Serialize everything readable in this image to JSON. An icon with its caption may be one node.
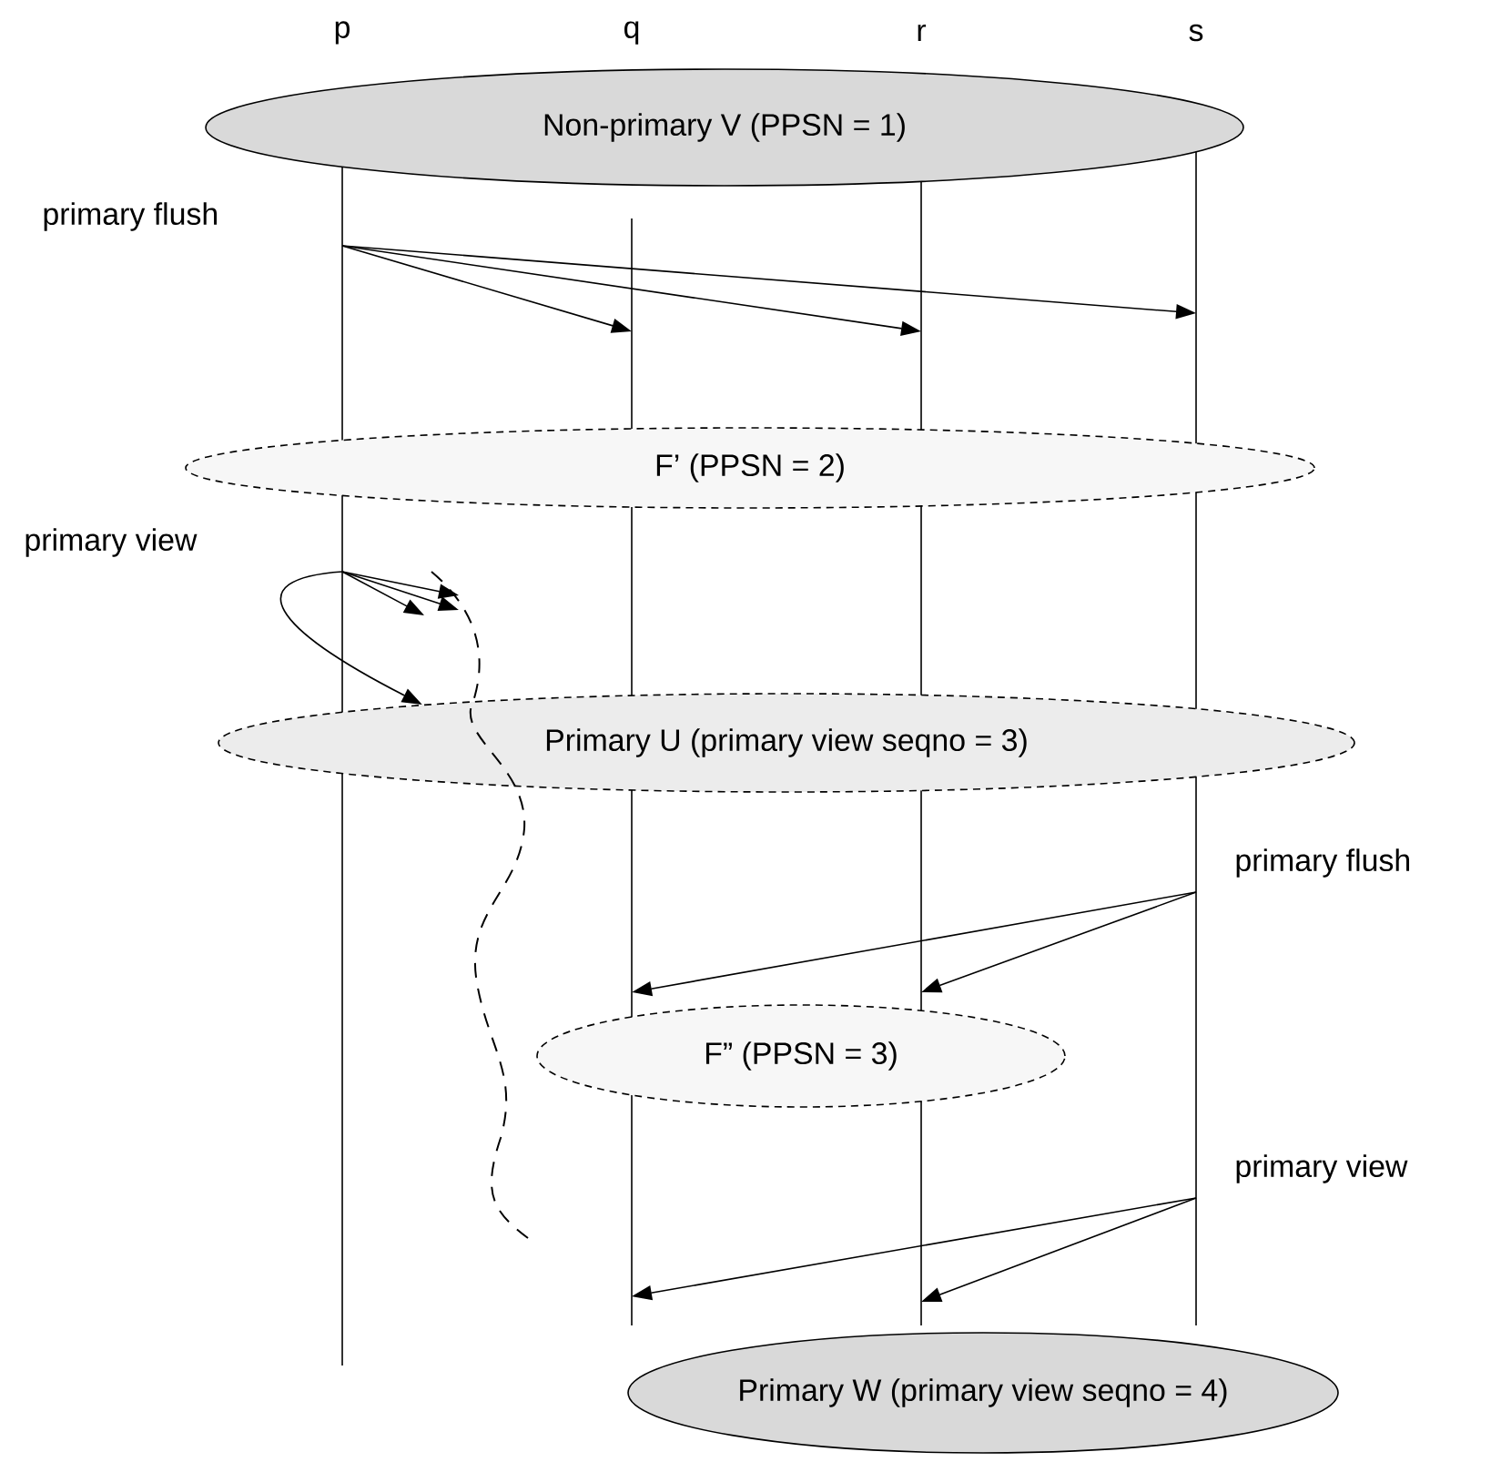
{
  "diagram": {
    "nodes": [
      {
        "text": [
          "p"
        ]
      },
      {
        "text": [
          "q"
        ]
      },
      {
        "text": [
          "r"
        ]
      },
      {
        "text": [
          "s"
        ]
      },
      {
        "text": [
          "Non-primary V (PPSN = 1)"
        ]
      },
      {
        "text": [
          "F’ (PPSN = 2)"
        ]
      },
      {
        "text": [
          "Primary U (primary view seqno = 3)"
        ]
      },
      {
        "text": [
          "F” (PPSN = 3)"
        ]
      },
      {
        "text": [
          "Primary W (primary view seqno = 4)"
        ]
      }
    ],
    "edges": [
      {
        "from": 0,
        "to": 1,
        "arrow": "to"
      },
      {
        "from": 0,
        "to": 2,
        "arrow": "to"
      },
      {
        "from": 0,
        "to": 3,
        "arrow": "to"
      },
      {
        "from": 0,
        "to": null,
        "arrow": "to"
      },
      {
        "from": 0,
        "to": null,
        "arrow": "to"
      },
      {
        "from": 0,
        "to": null,
        "arrow": "to"
      },
      {
        "from": 0,
        "to": 6,
        "arrow": "to"
      },
      {
        "from": 3,
        "to": 1,
        "arrow": "to"
      },
      {
        "from": 3,
        "to": 2,
        "arrow": "to"
      },
      {
        "from": 3,
        "to": 1,
        "arrow": "to"
      },
      {
        "from": 3,
        "to": 2,
        "arrow": "to"
      }
    ],
    "labels": [
      "primary flush",
      "primary view",
      "primary flush",
      "primary view"
    ]
  }
}
